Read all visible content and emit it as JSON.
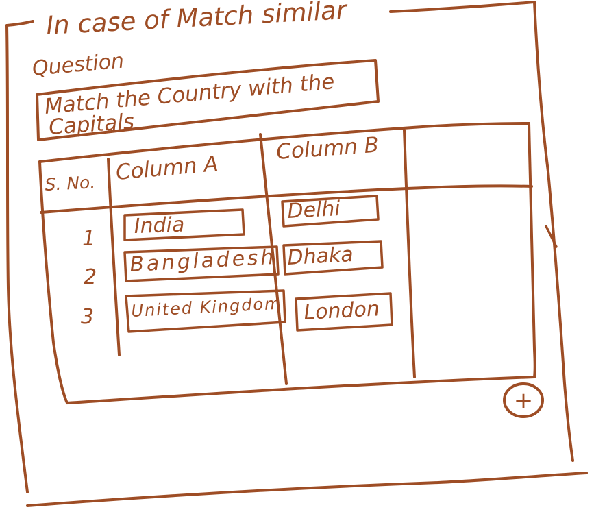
{
  "section": {
    "title": "In case of Match similar"
  },
  "question": {
    "label": "Question",
    "text_line_1": "Match the Country with the",
    "text_line_2": "Capitals"
  },
  "table": {
    "headers": {
      "sno": "S. No.",
      "column_a": "Column A",
      "column_b": "Column B",
      "extra": ""
    },
    "rows": [
      {
        "sno": "1",
        "column_a": "India",
        "column_b": "Delhi"
      },
      {
        "sno": "2",
        "column_a": "Bangladesh",
        "column_b": "Dhaka"
      },
      {
        "sno": "3",
        "column_a": "United Kingdom",
        "column_b": "London"
      }
    ]
  },
  "icons": {
    "add": "plus-in-circle-icon",
    "add_glyph": "+"
  },
  "colors": {
    "ink": "#9e4d25",
    "paper": "#ffffff"
  }
}
